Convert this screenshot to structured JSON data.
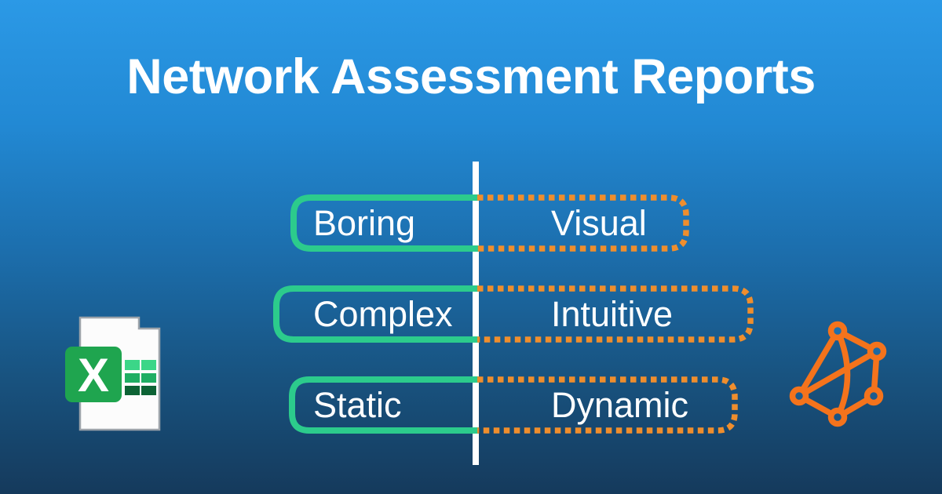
{
  "title": "Network Assessment Reports",
  "comparison": {
    "rows": [
      {
        "left": "Boring",
        "right": "Visual"
      },
      {
        "left": "Complex",
        "right": "Intuitive"
      },
      {
        "left": "Static",
        "right": "Dynamic"
      }
    ]
  },
  "excel_icon": {
    "letter": "X"
  },
  "icons": {
    "left": "excel-spreadsheet-icon",
    "right": "network-graph-icon"
  },
  "colors": {
    "background_top": "#2B99E6",
    "background_bottom": "#153A5C",
    "left_box_border": "#2CCB8C",
    "right_box_border": "#EF8E2D",
    "divider": "#FFFFFF",
    "network_icon_orange": "#F4731C",
    "excel_tile_green": "#1FA54F",
    "excel_grid_greens": [
      "#3BD688",
      "#1FAE63",
      "#0D6335"
    ],
    "text": "#FFFFFF"
  }
}
